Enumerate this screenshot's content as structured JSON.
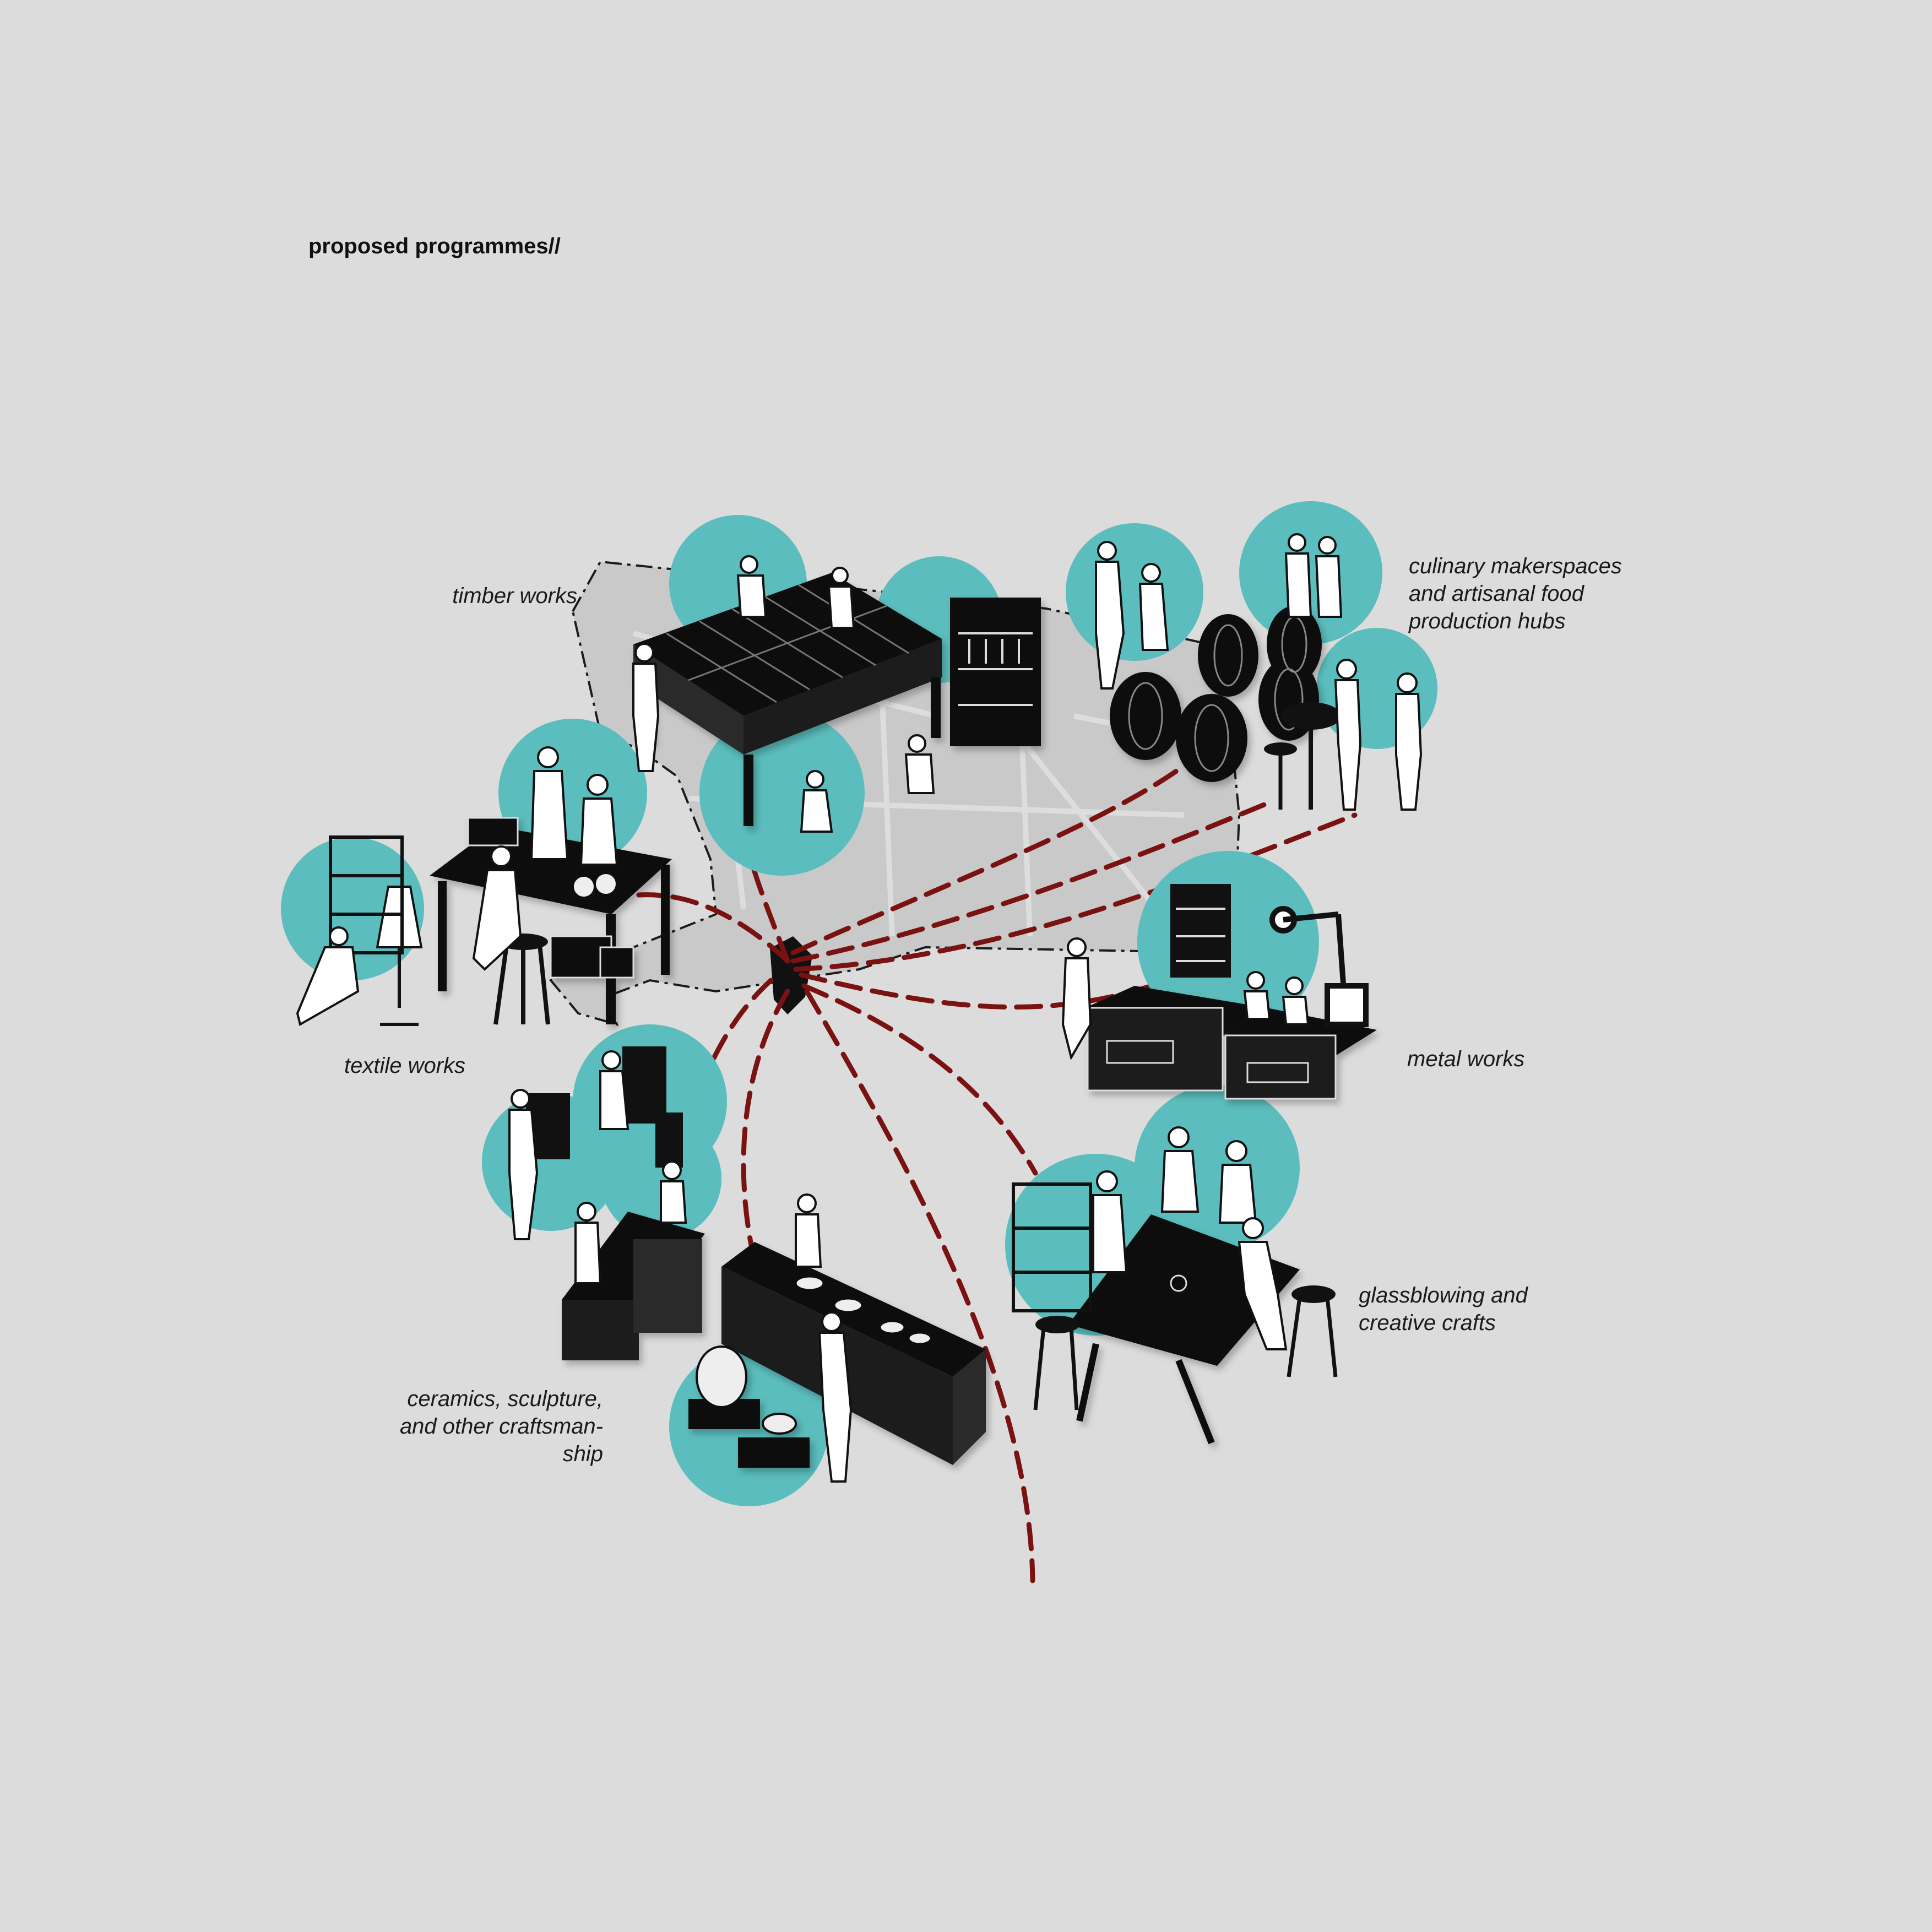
{
  "title": "proposed programmes//",
  "colors": {
    "background": "#dcdcdc",
    "circle": "#5bbdbd",
    "connector": "#7a1212",
    "furniture": "#111111",
    "figure": "#ffffff",
    "site": "#bdbdbd"
  },
  "programmes": [
    {
      "id": "timber",
      "label": "timber works"
    },
    {
      "id": "culinary",
      "label": "culinary makerspaces\nand artisanal food\nproduction hubs"
    },
    {
      "id": "textile",
      "label": "textile works"
    },
    {
      "id": "metal",
      "label": "metal works"
    },
    {
      "id": "glass",
      "label": "glassblowing and\ncreative crafts"
    },
    {
      "id": "ceramics",
      "label": "ceramics, sculpture,\nand other craftsman-\nship"
    }
  ]
}
